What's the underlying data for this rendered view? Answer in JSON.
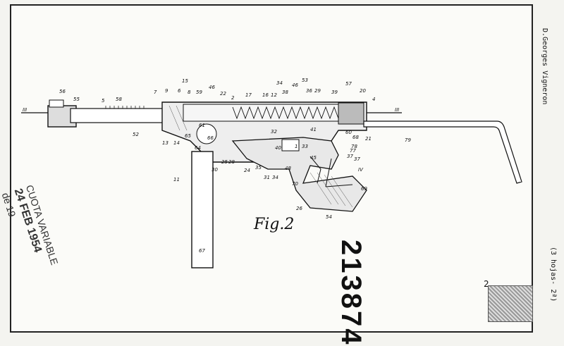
{
  "inventor": "D.Georges Vigneron",
  "sheets_note": "(3 hojas- 2ª)",
  "patent_number": "213874",
  "figure_label": "Fig.2",
  "sheet_mark": "2",
  "stamp": {
    "line1": "CUOTA VARIABLE",
    "line2": "24 FEB 1954",
    "line3": "de 19"
  },
  "section_marks": [
    "III",
    "III",
    "IV"
  ],
  "part_numbers": [
    "56",
    "55",
    "5",
    "58",
    "7",
    "9",
    "6",
    "15",
    "8",
    "59",
    "46",
    "22",
    "2",
    "17",
    "16",
    "12",
    "34",
    "38",
    "46",
    "53",
    "36",
    "29",
    "39",
    "57",
    "20",
    "4",
    "52",
    "13",
    "14",
    "61",
    "65",
    "64",
    "66",
    "30",
    "25",
    "28",
    "24",
    "35",
    "31",
    "34",
    "40",
    "70",
    "48",
    "37",
    "1",
    "33",
    "32",
    "45",
    "41",
    "68",
    "60",
    "21",
    "77",
    "37",
    "78",
    "79",
    "11",
    "67",
    "69",
    "26",
    "54"
  ]
}
